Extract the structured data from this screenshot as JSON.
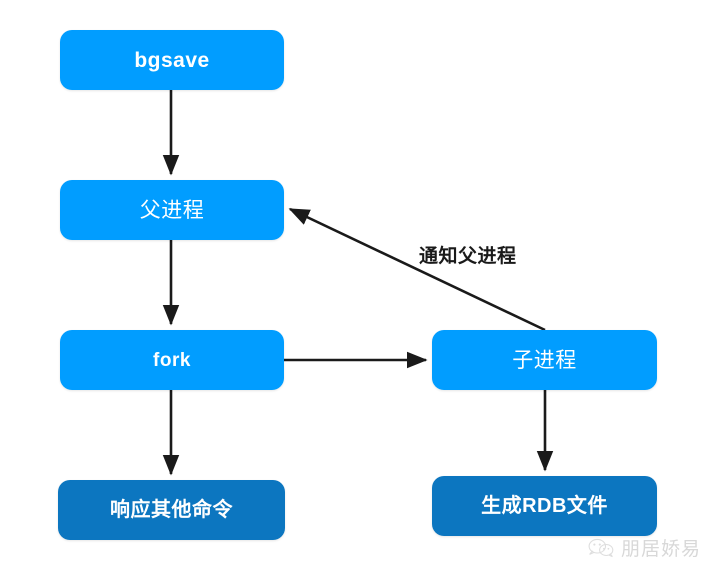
{
  "diagram": {
    "title": "bgsave flow",
    "background_color": "#ffffff",
    "colors": {
      "node_bright_blue": "#019dff",
      "node_dark_blue": "#0c76c0",
      "node_text": "#ffffff",
      "edge": "#1a1a1a",
      "edge_label_text": "#1a1a1a",
      "watermark_text": "#b9b9b9"
    },
    "nodes": [
      {
        "id": "bgsave",
        "label": "bgsave",
        "color": "#019dff"
      },
      {
        "id": "parent",
        "label": "父进程",
        "color": "#019dff"
      },
      {
        "id": "fork",
        "label": "fork",
        "color": "#019dff"
      },
      {
        "id": "other_cmd",
        "label": "响应其他命令",
        "color": "#0c76c0"
      },
      {
        "id": "child",
        "label": "子进程",
        "color": "#019dff"
      },
      {
        "id": "rdb",
        "label": "生成RDB文件",
        "color": "#0c76c0"
      }
    ],
    "edges": [
      {
        "id": "bgsave-to-parent",
        "from": "bgsave",
        "to": "parent",
        "label": ""
      },
      {
        "id": "parent-to-fork",
        "from": "parent",
        "to": "fork",
        "label": ""
      },
      {
        "id": "fork-to-other-cmd",
        "from": "fork",
        "to": "other_cmd",
        "label": ""
      },
      {
        "id": "fork-to-child",
        "from": "fork",
        "to": "child",
        "label": ""
      },
      {
        "id": "child-to-rdb",
        "from": "child",
        "to": "rdb",
        "label": ""
      },
      {
        "id": "child-to-parent",
        "from": "child",
        "to": "parent",
        "label": "通知父进程"
      }
    ]
  },
  "watermark": {
    "icon": "wechat-icon",
    "text": "朋居娇易"
  }
}
